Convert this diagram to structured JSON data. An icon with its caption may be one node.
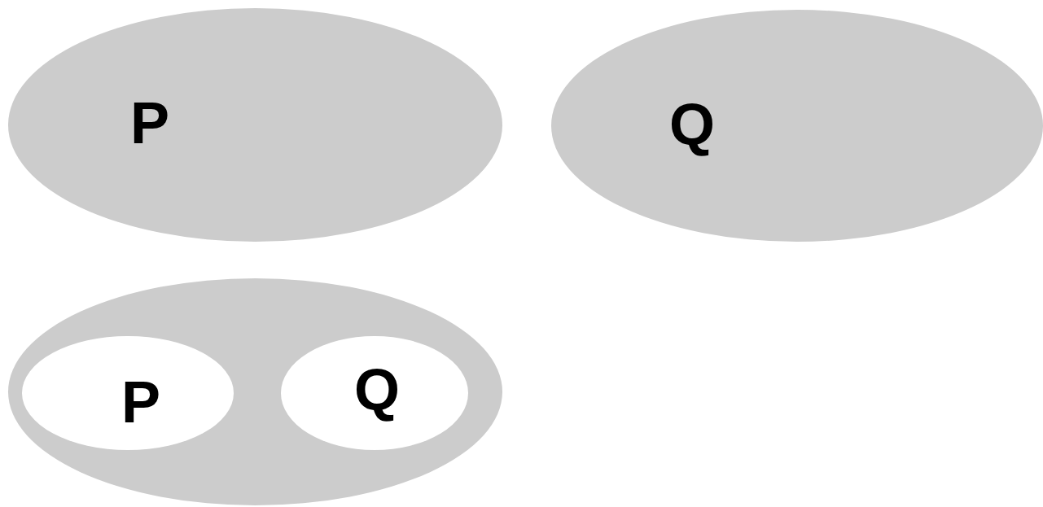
{
  "diagram": {
    "nodes": [
      {
        "text": [
          "P"
        ]
      },
      {
        "text": [
          "Q"
        ]
      },
      {
        "text": [],
        "shape": "ellipse"
      },
      {
        "text": [
          "P"
        ],
        "in": 2
      },
      {
        "text": [
          "Q"
        ],
        "in": 2
      }
    ]
  }
}
